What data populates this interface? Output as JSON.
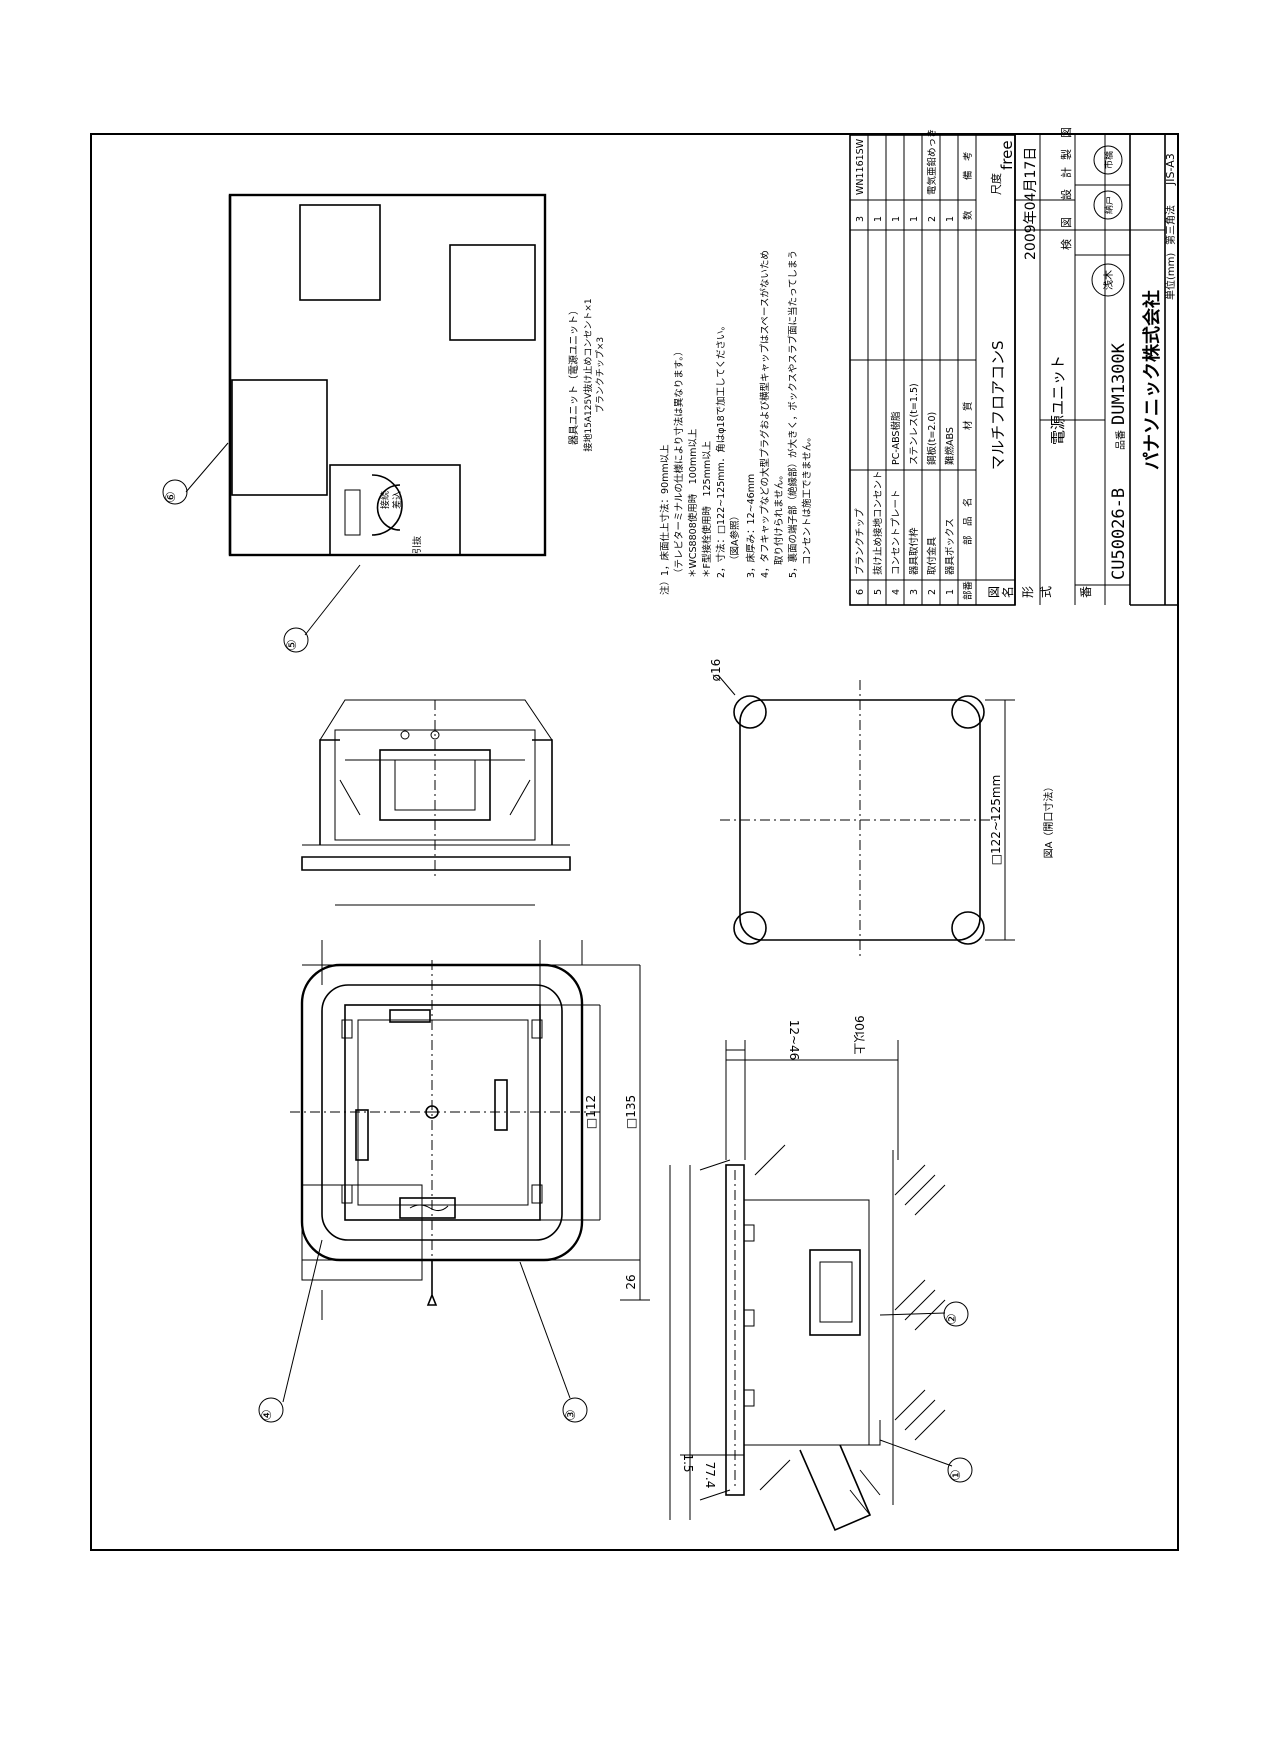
{
  "callouts": [
    "①",
    "②",
    "③",
    "④",
    "⑤",
    "⑥"
  ],
  "dimensions": {
    "d112": "□112",
    "d135": "□135",
    "d26": "26",
    "d1_5": "1.5",
    "d77_4": "77.4",
    "d90": "90以上",
    "d12_46": "12~46",
    "d_open": "□122~125mm",
    "d_hole": "ø16",
    "fig_a": "図A（開口寸法）"
  },
  "unit_face": {
    "marking": [
      "接続",
      "差込",
      "引抜"
    ],
    "caption": "器具ユニット（電源ユニット）",
    "line1": "接地15A125V抜け止めコンセント×1",
    "line2": "ブランクチップ×3"
  },
  "notes": [
    "注）1，床面仕上寸法：90mm以上",
    "（テレビターミナルの仕様により寸法は異なります。）",
    "＊WCS8808使用時　100mm以上",
    "＊F型接栓使用時　125mm以上",
    "2，寸法：□122~125mm．角はφ18で加工してください。",
    "（図A参照）",
    "3，床厚み：12~46mm",
    "4，タフキャップなどの大型プラグおよび横型キャップはスペースがないため",
    "取り付けられません。",
    "5，裏面の端子部（絶縁部）が大きく，ボックスやスラブ面に当たってしまう",
    "コンセントは施工できません。"
  ],
  "parts_table": {
    "rows": [
      {
        "no": "6",
        "name": "ブランクチップ",
        "material": "",
        "qty": "3",
        "remark": "WN1161SW"
      },
      {
        "no": "5",
        "name": "抜け止め接地コンセント",
        "material": "",
        "qty": "1",
        "remark": ""
      },
      {
        "no": "4",
        "name": "コンセントプレート",
        "material": "PC-ABS樹脂",
        "qty": "1",
        "remark": ""
      },
      {
        "no": "3",
        "name": "器具取付枠",
        "material": "ステンレス(t=1.5)",
        "qty": "1",
        "remark": ""
      },
      {
        "no": "2",
        "name": "取付金具",
        "material": "鋼板(t=2.0)",
        "qty": "2",
        "remark": "電気亜鉛めっき"
      },
      {
        "no": "1",
        "name": "器具ボックス",
        "material": "難燃ABS",
        "qty": "1",
        "remark": ""
      }
    ],
    "header": {
      "no": "部番",
      "name": "部　品　名",
      "material": "材　質",
      "qty": "数",
      "remark": "備　考"
    }
  },
  "title_block": {
    "zu_label": "図",
    "mei_label": "名",
    "kei_label": "形",
    "shiki_label": "式",
    "ban_label": "番",
    "title": "マルチフロアコンS",
    "subtitle": "電源ユニット",
    "shaku_label": "尺度",
    "scale": "free",
    "date": "2009年04月17日",
    "kenzu": "検　図",
    "sekkei": "設　計",
    "seizu": "製　図",
    "drawing_no": "CU50026-B",
    "hin_label": "品番",
    "model": "DUM1300K",
    "stamp1": "浅木",
    "stamp2": "納戸",
    "stamp3": "市橋",
    "company": "パナソニック株式会社",
    "unit": "単位(mm)",
    "projection": "第三角法",
    "standard": "JIS-A3"
  }
}
